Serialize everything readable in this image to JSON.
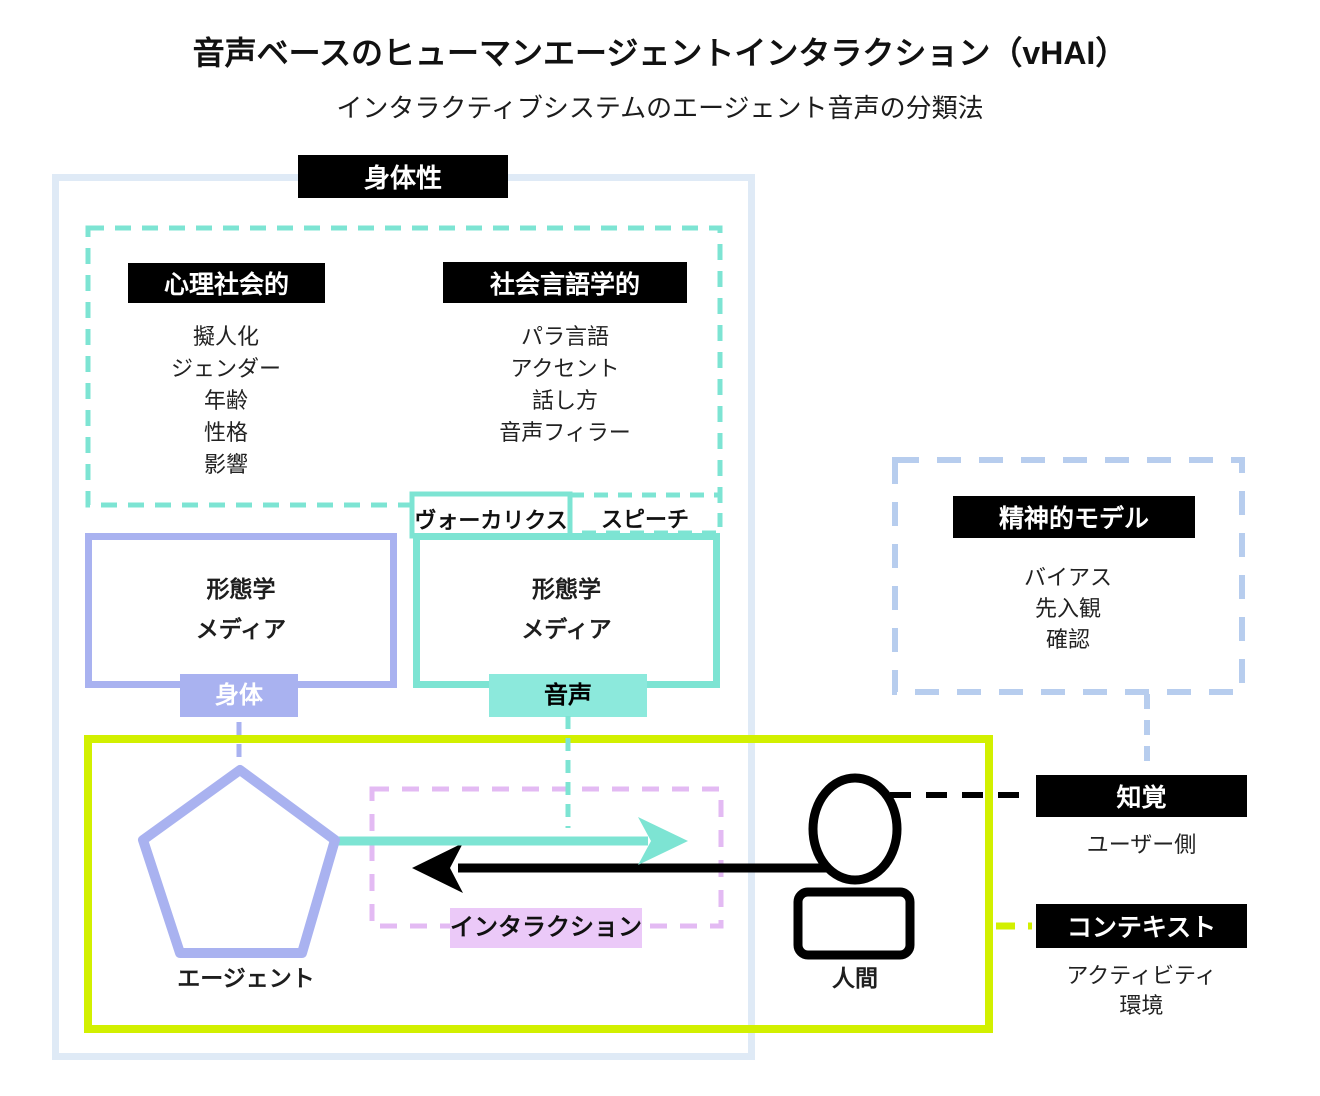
{
  "title": "音声ベースのヒューマンエージェントインタラクション（vHAI）",
  "subtitle": "インタラクティブシステムのエージェント音声の分類法",
  "embodiment_label": "身体性",
  "psychosocial": {
    "label": "心理社会的",
    "items": [
      "擬人化",
      "ジェンダー",
      "年齢",
      "性格",
      "影響"
    ]
  },
  "sociolinguistic": {
    "label": "社会言語学的",
    "items": [
      "パラ言語",
      "アクセント",
      "話し方",
      "音声フィラー"
    ]
  },
  "vocalics_label": "ヴォーカリクス",
  "speech_label": "スピーチ",
  "body_box": {
    "line1": "形態学",
    "line2": "メディア",
    "tag": "身体"
  },
  "voice_box": {
    "line1": "形態学",
    "line2": "メディア",
    "tag": "音声"
  },
  "mental_model": {
    "label": "精神的モデル",
    "items": [
      "バイアス",
      "先入観",
      "確認"
    ]
  },
  "interaction_label": "インタラクション",
  "agent_label": "エージェント",
  "human_label": "人間",
  "perception": {
    "label": "知覚",
    "sub": "ユーザー側"
  },
  "context": {
    "label": "コンテキスト",
    "items": [
      "アクティビティ",
      "環境"
    ]
  },
  "colors": {
    "teal": "#7de4d3",
    "teal_fill": "#8ce9dc",
    "periwinkle": "#a9b2f0",
    "chartreuse": "#d2f000",
    "lavender_dash": "#e3baf3",
    "lavender_fill": "#ebc9f8",
    "outer_box_blue": "#dfeaf6",
    "mental_dash_blue": "#b7cdee",
    "label_black": "#000000"
  }
}
